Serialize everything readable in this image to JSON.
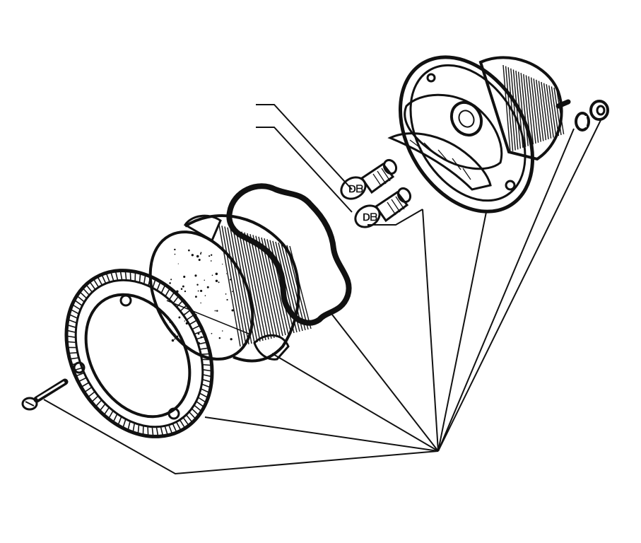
{
  "diagram": {
    "kind": "exploded-view",
    "parts": [
      {
        "id": "screw",
        "label": ""
      },
      {
        "id": "bezel-ring",
        "label": ""
      },
      {
        "id": "lens",
        "label": ""
      },
      {
        "id": "gasket",
        "label": ""
      },
      {
        "id": "bulb-1",
        "label": ""
      },
      {
        "id": "bulb-2",
        "label": ""
      },
      {
        "id": "lamp-housing",
        "label": ""
      },
      {
        "id": "washer",
        "label": ""
      },
      {
        "id": "nut",
        "label": ""
      }
    ],
    "ink_color": "#111111",
    "paper_color": "#ffffff"
  }
}
